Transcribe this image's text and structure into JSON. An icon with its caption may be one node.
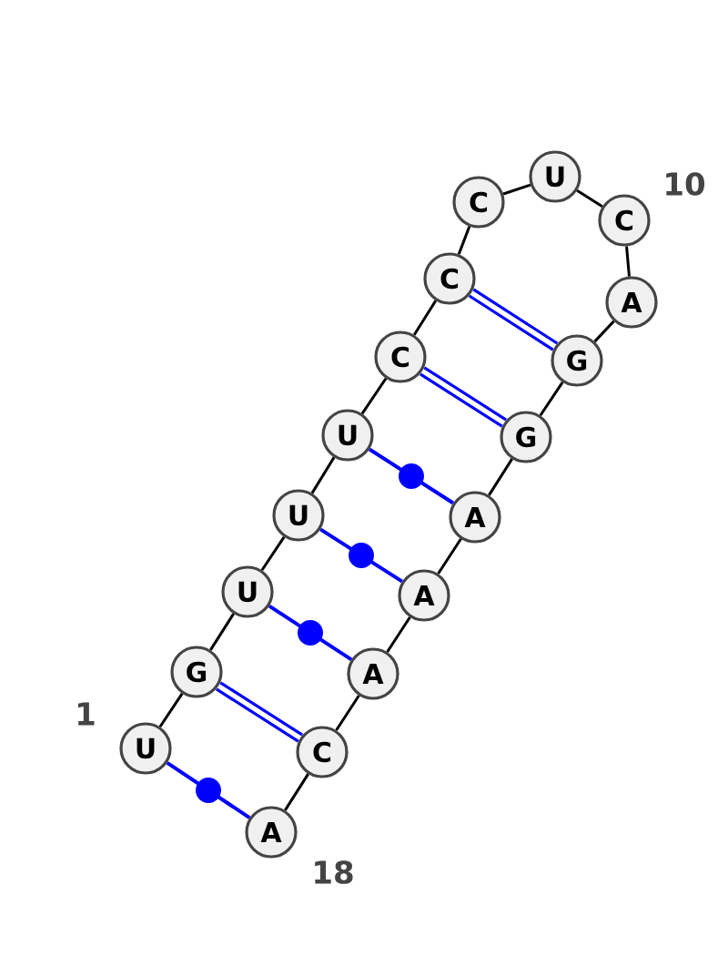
{
  "diagram": {
    "nodes": [
      {
        "text": [
          "U"
        ]
      },
      {
        "text": [
          "G"
        ]
      },
      {
        "text": [
          "U"
        ]
      },
      {
        "text": [
          "U"
        ]
      },
      {
        "text": [
          "U"
        ]
      },
      {
        "text": [
          "C"
        ]
      },
      {
        "text": [
          "C"
        ]
      },
      {
        "text": [
          "C"
        ]
      },
      {
        "text": [
          "U"
        ]
      },
      {
        "text": [
          "C"
        ]
      },
      {
        "text": [
          "A"
        ]
      },
      {
        "text": [
          "G"
        ]
      },
      {
        "text": [
          "G"
        ]
      },
      {
        "text": [
          "A"
        ]
      },
      {
        "text": [
          "A"
        ]
      },
      {
        "text": [
          "A"
        ]
      },
      {
        "text": [
          "C"
        ]
      },
      {
        "text": [
          "A"
        ]
      }
    ],
    "edges": [
      {
        "from": 0,
        "to": 1,
        "arrow": "none"
      },
      {
        "from": 1,
        "to": 2,
        "arrow": "none"
      },
      {
        "from": 2,
        "to": 3,
        "arrow": "none"
      },
      {
        "from": 3,
        "to": 4,
        "arrow": "none"
      },
      {
        "from": 4,
        "to": 5,
        "arrow": "none"
      },
      {
        "from": 5,
        "to": 6,
        "arrow": "none"
      },
      {
        "from": 6,
        "to": 7,
        "arrow": "none"
      },
      {
        "from": 7,
        "to": 8,
        "arrow": "none"
      },
      {
        "from": 8,
        "to": 9,
        "arrow": "none"
      },
      {
        "from": 9,
        "to": 10,
        "arrow": "none"
      },
      {
        "from": 10,
        "to": 11,
        "arrow": "none"
      },
      {
        "from": 11,
        "to": 12,
        "arrow": "none"
      },
      {
        "from": 12,
        "to": 13,
        "arrow": "none"
      },
      {
        "from": 13,
        "to": 14,
        "arrow": "none"
      },
      {
        "from": 14,
        "to": 15,
        "arrow": "none"
      },
      {
        "from": 15,
        "to": 16,
        "arrow": "none"
      },
      {
        "from": 16,
        "to": 17,
        "arrow": "none"
      },
      {
        "from": 0,
        "to": 17,
        "arrow": "none",
        "color": "#0000ff"
      },
      {
        "from": 1,
        "to": 16,
        "arrow": "none",
        "color": "#0000ff",
        "style": "thick"
      },
      {
        "from": 2,
        "to": 15,
        "arrow": "none",
        "color": "#0000ff"
      },
      {
        "from": 3,
        "to": 14,
        "arrow": "none",
        "color": "#0000ff"
      },
      {
        "from": 4,
        "to": 13,
        "arrow": "none",
        "color": "#0000ff"
      },
      {
        "from": 5,
        "to": 12,
        "arrow": "none",
        "color": "#0000ff",
        "style": "thick"
      },
      {
        "from": 6,
        "to": 11,
        "arrow": "none",
        "color": "#0000ff",
        "style": "thick"
      }
    ],
    "labels": [
      "1",
      "10",
      "18"
    ]
  }
}
